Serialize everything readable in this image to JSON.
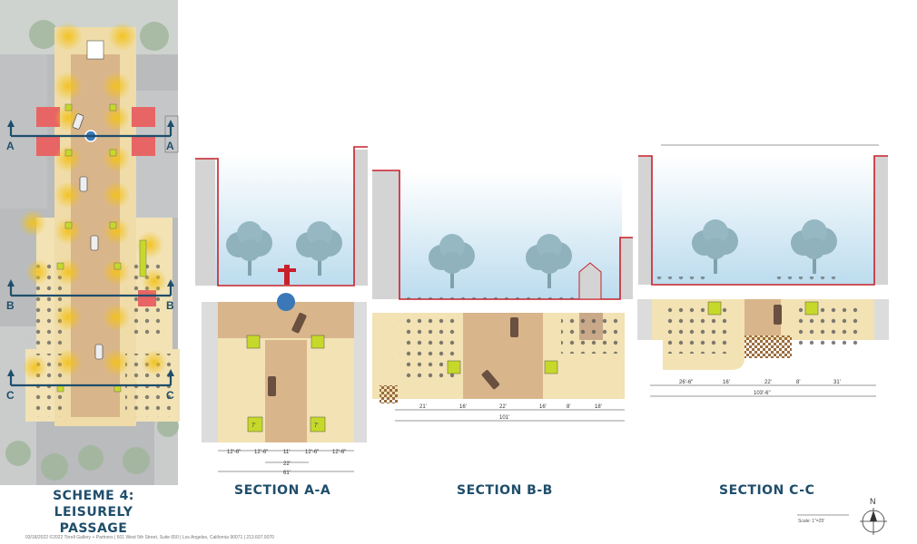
{
  "titles": {
    "scheme_lines": [
      "SCHEME 4:",
      "LEISURELY",
      "PASSAGE"
    ],
    "section_a": "SECTION A-A",
    "section_b": "SECTION B-B",
    "section_c": "SECTION C-C"
  },
  "plan": {
    "markers": [
      {
        "left": "A",
        "right": "A"
      },
      {
        "left": "B",
        "right": "B"
      },
      {
        "left": "C",
        "right": "C"
      }
    ]
  },
  "section_a": {
    "widths": [
      "12'-6\"",
      "12'-6\"",
      "11'",
      "12'-6\"",
      "12'-6\""
    ],
    "sub_total": "22'",
    "total": "61'",
    "planter_labels": [
      "7'",
      "7'"
    ]
  },
  "section_b": {
    "widths": [
      "21'",
      "16'",
      "22'",
      "16'",
      "8'",
      "18'"
    ],
    "total": "101'"
  },
  "section_c": {
    "widths": [
      "26'-6\"",
      "16'",
      "22'",
      "8'",
      "31'"
    ],
    "total": "103'-6\""
  },
  "north_label": "N",
  "scale_text": "Scale: 1\"=25'",
  "credit_text": "03/18/2022 ©2022 Tirrell Gallery + Partners | 601 West 5th Street, Suite 650 | Los Angeles, California 90071 | 213.607.0070",
  "colors": {
    "title": "#1f4e6b",
    "marker_line": "#1f4e6b",
    "street_edge": "#c8202a",
    "paving_light": "#f2e2b4",
    "paving_mid": "#d9b58b",
    "planter": "#c6d92b",
    "glow": "#f3c21b",
    "sky": "#d8ecf6"
  }
}
